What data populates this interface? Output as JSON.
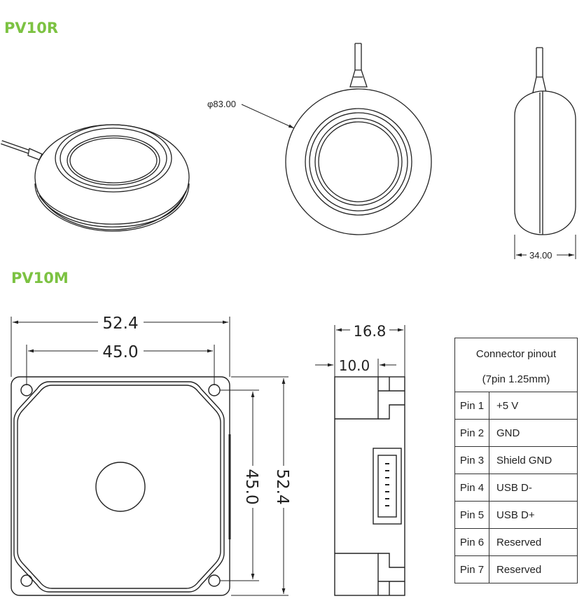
{
  "pv10r": {
    "title": "PV10R",
    "diameter_label": "φ83.00",
    "thickness_label": "34.00"
  },
  "pv10m": {
    "title": "PV10M",
    "outer_width_label": "52.4",
    "hole_spacing_label": "45.0",
    "outer_height_label": "52.4",
    "hole_spacing_vertical_label": "45.0",
    "depth_label": "16.8",
    "connector_offset_label": "10.0"
  },
  "pinout": {
    "title": "Connector pinout",
    "subtitle": "(7pin 1.25mm)",
    "rows": [
      {
        "pin": "Pin 1",
        "signal": "+5 V"
      },
      {
        "pin": "Pin 2",
        "signal": "GND"
      },
      {
        "pin": "Pin 3",
        "signal": "Shield GND"
      },
      {
        "pin": "Pin 4",
        "signal": "USB D-"
      },
      {
        "pin": "Pin 5",
        "signal": "USB D+"
      },
      {
        "pin": "Pin 6",
        "signal": "Reserved"
      },
      {
        "pin": "Pin 7",
        "signal": "Reserved"
      }
    ]
  },
  "colors": {
    "heading": "#7cc242",
    "line": "#222222"
  }
}
